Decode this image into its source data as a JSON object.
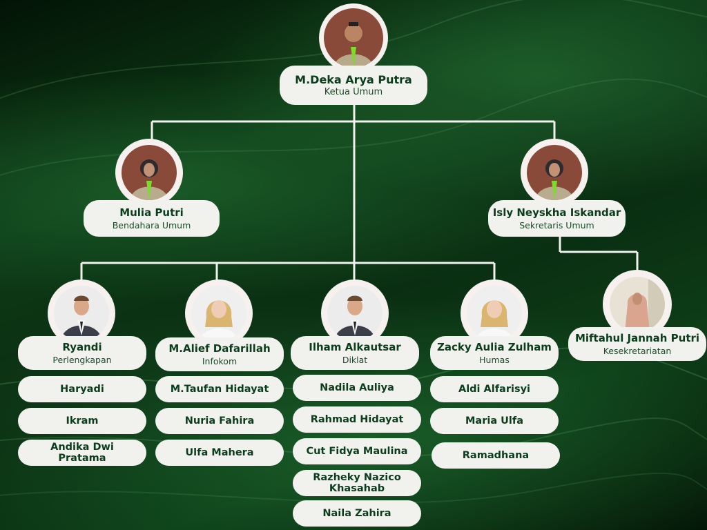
{
  "leaders": {
    "ketua": {
      "name": "M.Deka Arya Putra",
      "role": "Ketua Umum"
    },
    "bendahara": {
      "name": "Mulia Putri",
      "role": "Bendahara Umum"
    },
    "sekretaris": {
      "name": "Isly Neyskha Iskandar",
      "role": "Sekretaris Umum"
    },
    "kesekretariatan": {
      "name": "Miftahul Jannah Putri",
      "role": "Kesekretariatan"
    }
  },
  "divisions": [
    {
      "name": "Ryandi",
      "role": "Perlengkapan",
      "members": [
        "Haryadi",
        "Ikram",
        "Andika Dwi Pratama"
      ]
    },
    {
      "name": "M.Alief Dafarillah",
      "role": "Infokom",
      "members": [
        "M.Taufan Hidayat",
        "Nuria Fahira",
        "Ulfa Mahera"
      ]
    },
    {
      "name": "Ilham Alkautsar",
      "role": "Diklat",
      "members": [
        "Nadila Auliya",
        "Rahmad Hidayat",
        "Cut Fidya Maulina",
        "Razheky Nazico Khasahab",
        "Naila Zahira"
      ]
    },
    {
      "name": "Zacky Aulia Zulham",
      "role": "Humas",
      "members": [
        "Aldi Alfarisyi",
        "Maria Ulfa",
        "Ramadhana"
      ]
    }
  ]
}
